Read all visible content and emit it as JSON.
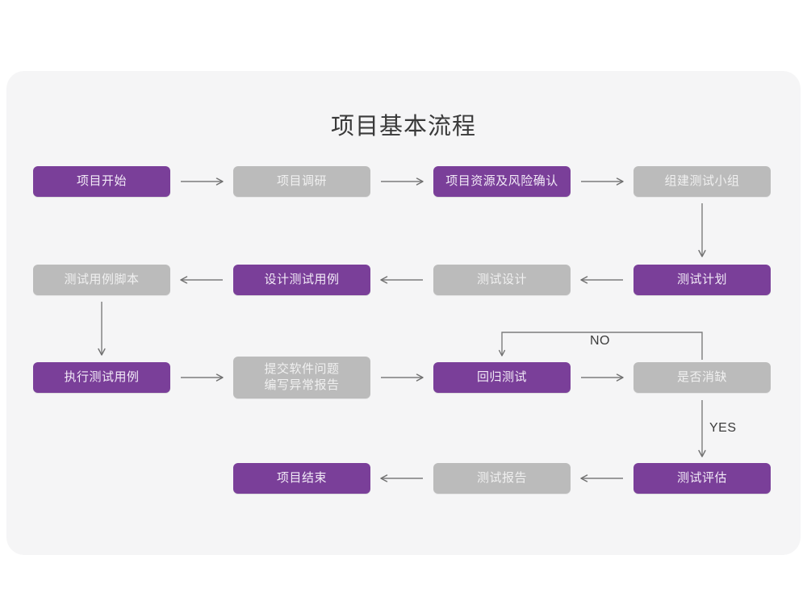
{
  "page": {
    "title": "项目基本流程",
    "background": "#ffffff",
    "card_background": "#f5f5f6"
  },
  "theme": {
    "purple": "#7a3f99",
    "gray": "#bbbbbb",
    "line": "#7d7d7d",
    "title_color": "#3a3a3a",
    "purple_text": "#f2eaf7",
    "gray_text": "#f0f0f0"
  },
  "chart_data": {
    "type": "diagram",
    "title": "项目基本流程",
    "nodes": [
      {
        "id": "n1",
        "label": "项目开始",
        "style": "purple",
        "row": 1,
        "col": 1
      },
      {
        "id": "n2",
        "label": "项目调研",
        "style": "gray",
        "row": 1,
        "col": 2
      },
      {
        "id": "n3",
        "label": "项目资源及风险确认",
        "style": "purple",
        "row": 1,
        "col": 3
      },
      {
        "id": "n4",
        "label": "组建测试小组",
        "style": "gray",
        "row": 1,
        "col": 4
      },
      {
        "id": "n5",
        "label": "测试用例脚本",
        "style": "gray",
        "row": 2,
        "col": 1
      },
      {
        "id": "n6",
        "label": "设计测试用例",
        "style": "purple",
        "row": 2,
        "col": 2
      },
      {
        "id": "n7",
        "label": "测试设计",
        "style": "gray",
        "row": 2,
        "col": 3
      },
      {
        "id": "n8",
        "label": "测试计划",
        "style": "purple",
        "row": 2,
        "col": 4
      },
      {
        "id": "n9",
        "label": "执行测试用例",
        "style": "purple",
        "row": 3,
        "col": 1
      },
      {
        "id": "n10",
        "label": "提交软件问题\n编写异常报告",
        "style": "gray",
        "row": 3,
        "col": 2
      },
      {
        "id": "n11",
        "label": "回归测试",
        "style": "purple",
        "row": 3,
        "col": 3
      },
      {
        "id": "n12",
        "label": "是否消缺",
        "style": "gray",
        "row": 3,
        "col": 4
      },
      {
        "id": "n13",
        "label": "项目结束",
        "style": "purple",
        "row": 4,
        "col": 2
      },
      {
        "id": "n14",
        "label": "测试报告",
        "style": "gray",
        "row": 4,
        "col": 3
      },
      {
        "id": "n15",
        "label": "测试评估",
        "style": "purple",
        "row": 4,
        "col": 4
      }
    ],
    "edges": [
      {
        "from": "n1",
        "to": "n2",
        "label": "",
        "dir": "right"
      },
      {
        "from": "n2",
        "to": "n3",
        "label": "",
        "dir": "right"
      },
      {
        "from": "n3",
        "to": "n4",
        "label": "",
        "dir": "right"
      },
      {
        "from": "n4",
        "to": "n8",
        "label": "",
        "dir": "down"
      },
      {
        "from": "n8",
        "to": "n7",
        "label": "",
        "dir": "left"
      },
      {
        "from": "n7",
        "to": "n6",
        "label": "",
        "dir": "left"
      },
      {
        "from": "n6",
        "to": "n5",
        "label": "",
        "dir": "left"
      },
      {
        "from": "n5",
        "to": "n9",
        "label": "",
        "dir": "down"
      },
      {
        "from": "n9",
        "to": "n10",
        "label": "",
        "dir": "right"
      },
      {
        "from": "n10",
        "to": "n11",
        "label": "",
        "dir": "right"
      },
      {
        "from": "n11",
        "to": "n12",
        "label": "",
        "dir": "right"
      },
      {
        "from": "n12",
        "to": "n11",
        "label": "NO",
        "dir": "loop-up-left"
      },
      {
        "from": "n12",
        "to": "n15",
        "label": "YES",
        "dir": "down"
      },
      {
        "from": "n15",
        "to": "n14",
        "label": "",
        "dir": "left"
      },
      {
        "from": "n14",
        "to": "n13",
        "label": "",
        "dir": "left"
      }
    ],
    "edge_labels": [
      "NO",
      "YES"
    ]
  },
  "labels": {
    "no": "NO",
    "yes": "YES"
  }
}
